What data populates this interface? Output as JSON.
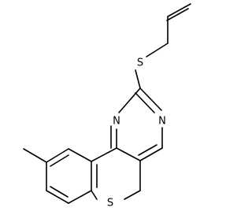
{
  "molecule": {
    "atoms": {
      "s_top": "S",
      "n_left": "N",
      "n_right": "N",
      "s_ring": "S"
    },
    "colors": {
      "bond": "#000000",
      "label": "#000000",
      "background": "#ffffff"
    }
  }
}
